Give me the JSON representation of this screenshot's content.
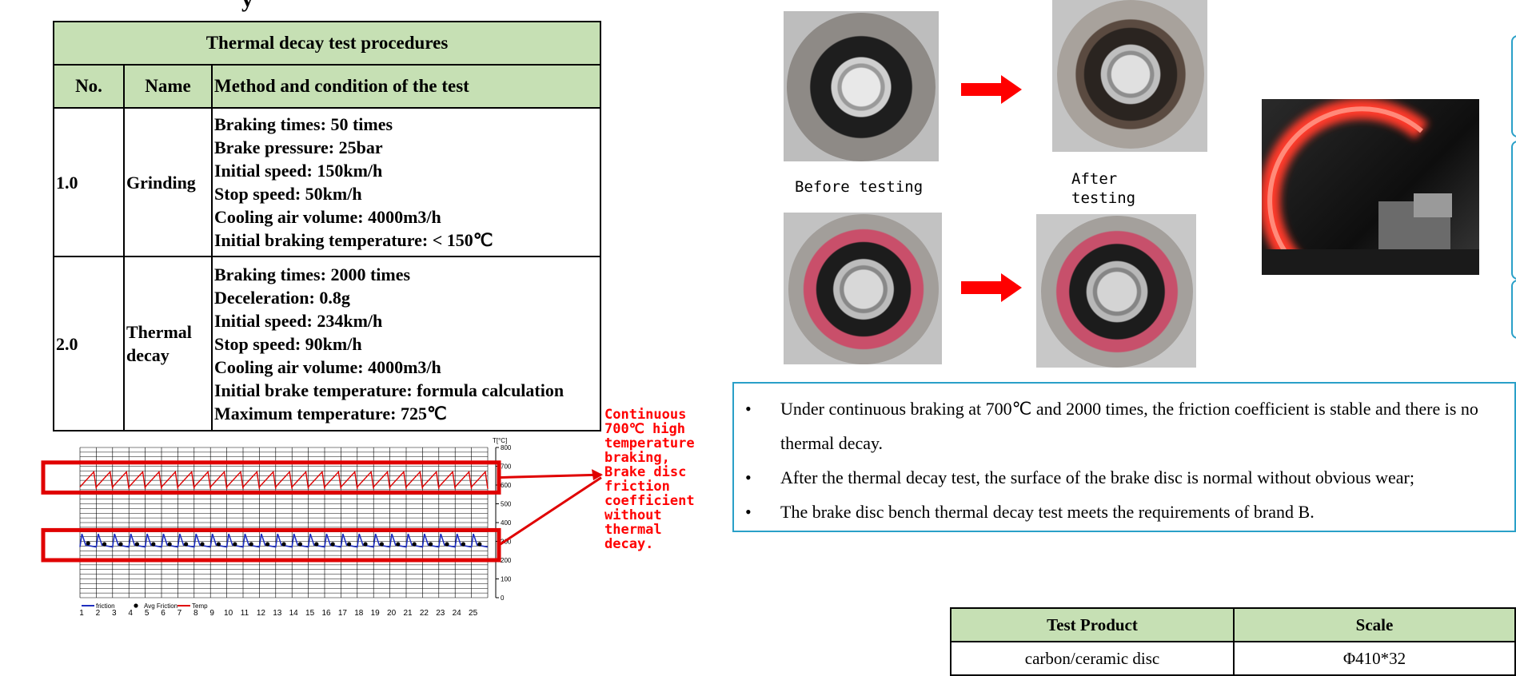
{
  "procedures": {
    "title": "Thermal decay test procedures",
    "columns": [
      "No.",
      "Name",
      "Method and condition of the test"
    ],
    "rows": [
      {
        "no": "1.0",
        "name": "Grinding",
        "lines": [
          "Braking times: 50 times",
          "Brake pressure: 25bar",
          "Initial speed: 150km/h",
          "Stop speed: 50km/h",
          "Cooling air volume: 4000m3/h",
          "Initial braking temperature: < 150℃"
        ]
      },
      {
        "no": "2.0",
        "name": "Thermal decay",
        "lines": [
          "Braking times: 2000 times",
          "Deceleration: 0.8g",
          "Initial speed: 234km/h",
          "Stop speed: 90km/h",
          "Cooling air volume: 4000m3/h",
          "Initial brake temperature: formula calculation",
          "Maximum temperature: 725℃"
        ]
      }
    ]
  },
  "chart_data": {
    "type": "line",
    "title": "",
    "xlabel": "",
    "ylabel": "T[°C]",
    "categories": [
      1,
      2,
      3,
      4,
      5,
      6,
      7,
      8,
      9,
      10,
      11,
      12,
      13,
      14,
      15,
      16,
      17,
      18,
      19,
      20,
      21,
      22,
      23,
      24,
      25
    ],
    "x_tick_labels": [
      "1",
      "2",
      "3",
      "4",
      "5",
      "6",
      "7",
      "8",
      "9",
      "10",
      "11",
      "12",
      "13",
      "14",
      "15",
      "16",
      "17",
      "18",
      "19",
      "20",
      "21",
      "22",
      "23",
      "24",
      "25"
    ],
    "right_axis": {
      "label": "T[°C]",
      "range": [
        0,
        800
      ],
      "ticks": [
        0,
        100,
        200,
        300,
        400,
        500,
        600,
        700,
        800
      ]
    },
    "grid": true,
    "legend_position": "bottom-left",
    "series": [
      {
        "name": "friction",
        "color": "#1f2fbf",
        "cycle_peak": 340,
        "cycle_base": 270
      },
      {
        "name": "Avg Friction",
        "color": "#000000",
        "marker": "dot",
        "values": [
          290,
          285,
          285,
          285,
          285,
          285,
          285,
          285,
          285,
          285,
          285,
          285,
          285,
          285,
          285,
          285,
          285,
          285,
          285,
          285,
          285,
          285,
          285,
          285,
          285
        ]
      },
      {
        "name": "Temp",
        "color": "#e00000",
        "cycle_peak": 670,
        "cycle_base": 590
      }
    ],
    "highlight_color": "#e00000",
    "callout": "Continuous 700℃ high temperature braking, Brake disc friction coefficient without thermal decay."
  },
  "photos": {
    "before_caption": "Before testing",
    "after_caption": "After testing",
    "arrow_color": "#ff0000",
    "glow_color": "#ff3a2a"
  },
  "conclusions": [
    "Under continuous braking at 700℃ and 2000 times, the friction coefficient is stable and there is no thermal decay.",
    "After the thermal decay test, the surface of the brake disc is normal without obvious wear;",
    "The brake disc bench thermal decay test meets the requirements of brand B."
  ],
  "product_table": {
    "columns": [
      "Test Product",
      "Scale"
    ],
    "rows": [
      [
        "carbon/ceramic disc",
        "Φ410*32"
      ]
    ]
  }
}
